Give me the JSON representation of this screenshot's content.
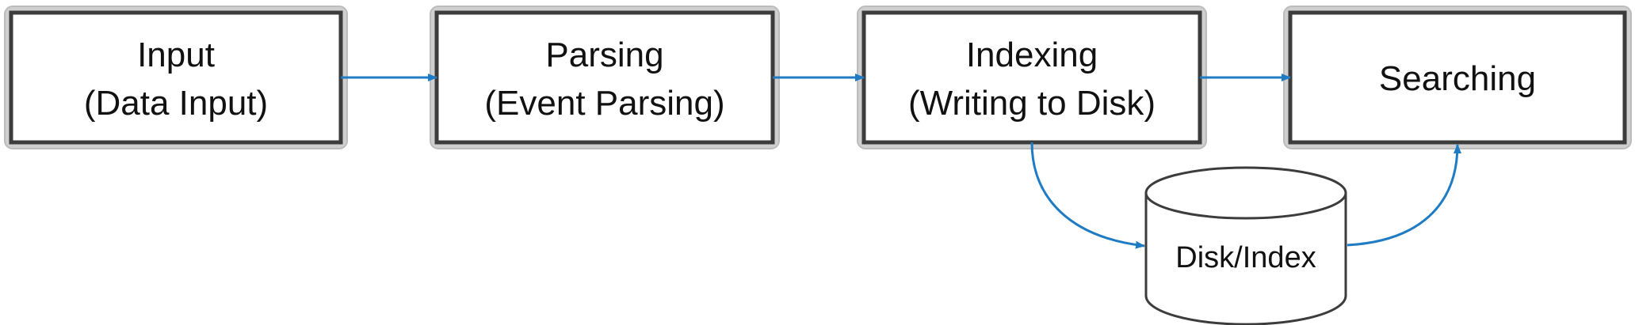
{
  "diagram": {
    "stages": [
      {
        "line1": "Input",
        "line2": "(Data Input)"
      },
      {
        "line1": "Parsing",
        "line2": "(Event Parsing)"
      },
      {
        "line1": "Indexing",
        "line2": "(Writing to Disk)"
      },
      {
        "line1": "Searching",
        "line2": ""
      }
    ],
    "storage": {
      "label": "Disk/Index"
    },
    "colors": {
      "box_border": "#4a4a4a",
      "box_shadow": "#bdbdbd",
      "arrow": "#1f7cc4",
      "text": "#111111"
    }
  }
}
